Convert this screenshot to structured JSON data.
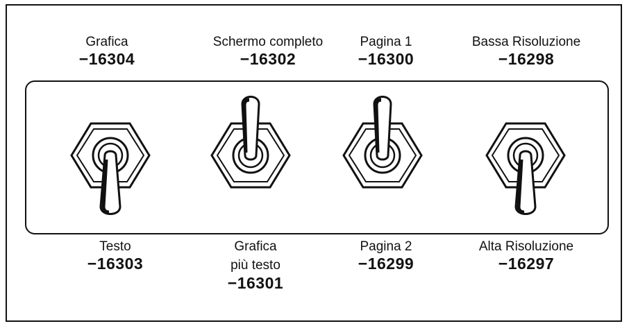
{
  "switches": [
    {
      "top": {
        "name": "Grafica",
        "code": "−16304"
      },
      "bottom": {
        "name": "Testo",
        "name2": "",
        "code": "−16303"
      },
      "position": "down"
    },
    {
      "top": {
        "name": "Schermo completo",
        "code": "−16302"
      },
      "bottom": {
        "name": "Grafica",
        "name2": "più testo",
        "code": "−16301"
      },
      "position": "up"
    },
    {
      "top": {
        "name": "Pagina 1",
        "code": "−16300"
      },
      "bottom": {
        "name": "Pagina 2",
        "name2": "",
        "code": "−16299"
      },
      "position": "up"
    },
    {
      "top": {
        "name": "Bassa Risoluzione",
        "code": "−16298"
      },
      "bottom": {
        "name": "Alta Risoluzione",
        "name2": "",
        "code": "−16297"
      },
      "position": "down"
    }
  ]
}
